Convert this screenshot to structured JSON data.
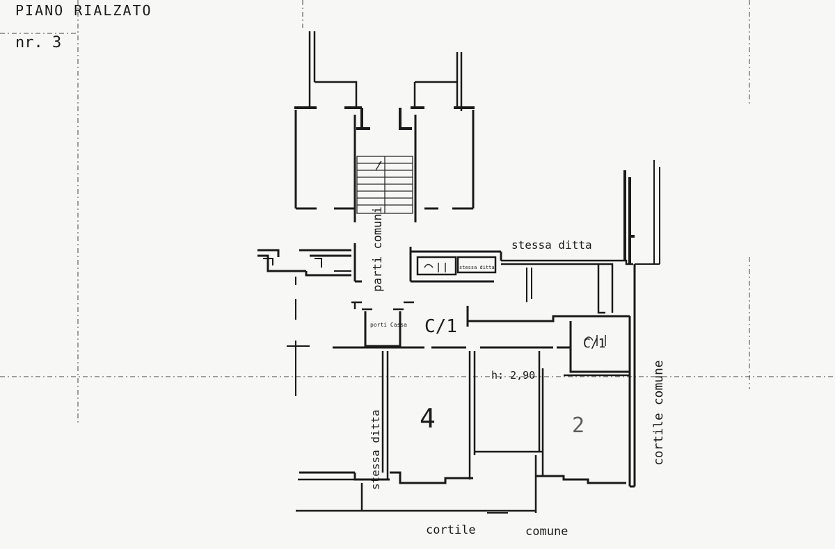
{
  "header": {
    "floor_title": "PIANO RIALZATO",
    "sheet_number": "nr. 3"
  },
  "labels": {
    "stairs_common": "parti comuni",
    "same_owner_top": "stessa ditta",
    "same_owner_left": "stessa ditta",
    "small_room": "stessa ditta",
    "porter": "porti Cassa",
    "height": "h: 2,90",
    "room_main": "C/1",
    "room_right": "C/1",
    "room_4": "4",
    "room_2": "2",
    "courtyard_right": "cortile comune",
    "courtyard_bottom_1": "cortile",
    "courtyard_bottom_2": "comune"
  },
  "colors": {
    "ink": "#1a1a1a",
    "paper": "#f7f7f5"
  }
}
